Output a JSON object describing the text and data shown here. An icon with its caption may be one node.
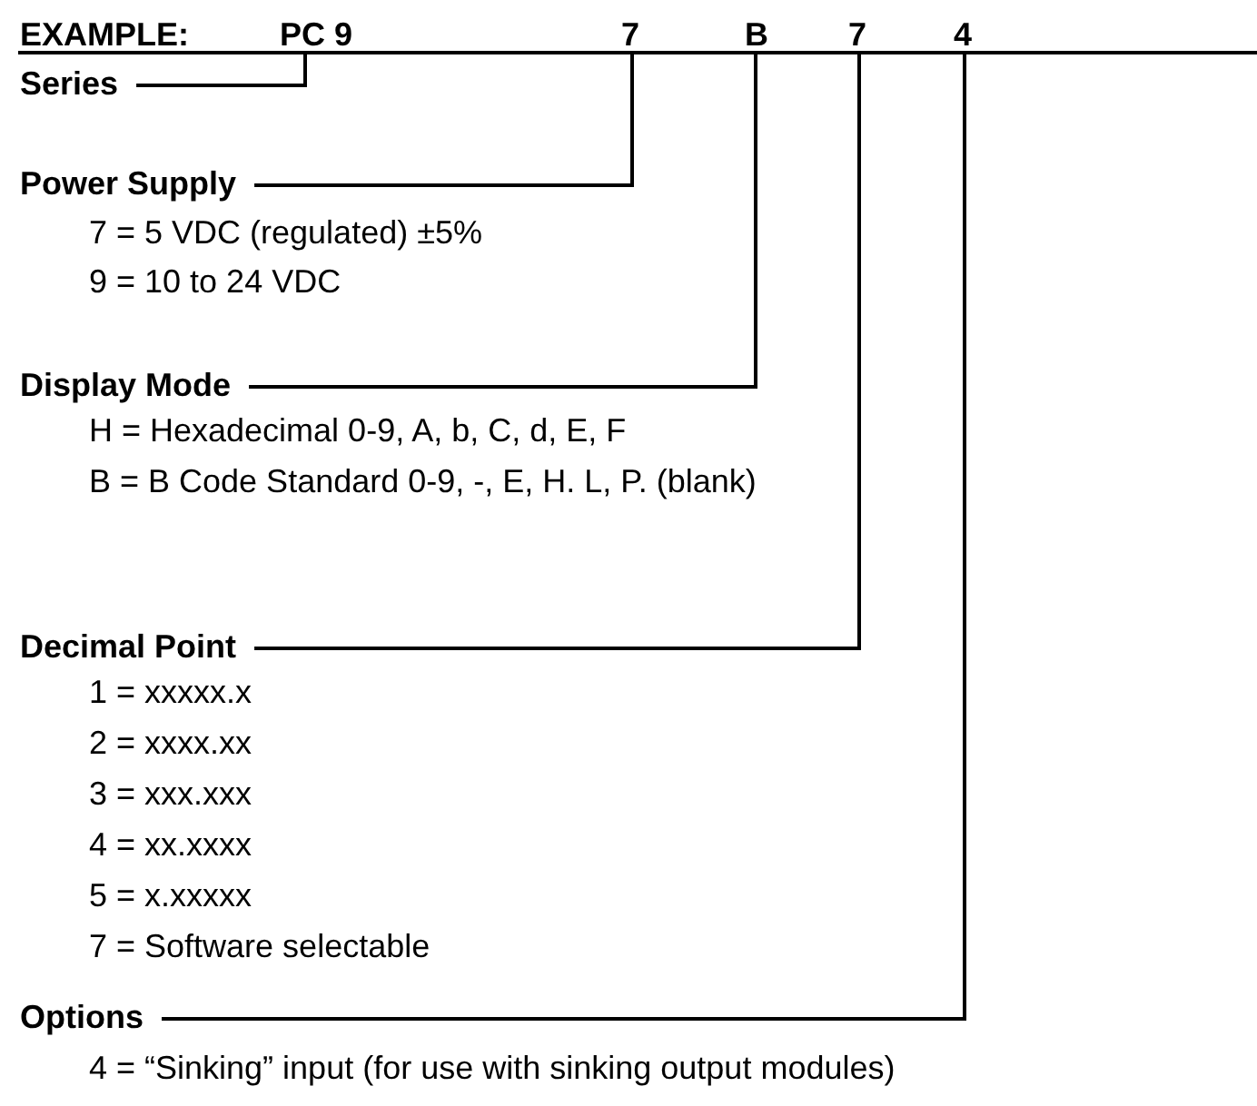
{
  "diagram": {
    "nodes": [
      {
        "text": [
          "PC 9"
        ]
      },
      {
        "text": [
          "7"
        ]
      },
      {
        "text": [
          "B"
        ]
      },
      {
        "text": [
          "7"
        ]
      },
      {
        "text": [
          "4"
        ]
      },
      {
        "text": [
          "Series"
        ]
      },
      {
        "text": [
          "Power Supply"
        ],
        "beside": [
          "7 = 5 VDC (regulated) ±5%",
          "9 = 10 to 24 VDC"
        ]
      },
      {
        "text": [
          "Display Mode"
        ],
        "beside": [
          "H = Hexadecimal  0-9, A, b, C, d, E, F",
          "B = B Code Standard  0-9, -, E, H. L, P. (blank)"
        ]
      },
      {
        "text": [
          "Decimal Point"
        ],
        "beside": [
          "1 = xxxxx.x",
          "2 = xxxx.xx",
          "3 = xxx.xxx",
          "4 = xx.xxxx",
          "5 = x.xxxxx",
          "7 = Software selectable"
        ]
      },
      {
        "text": [
          "Options"
        ],
        "beside": [
          "4 = “Sinking” input (for use with sinking output modules)"
        ]
      }
    ],
    "edges": [
      {
        "from": 5,
        "to": 0,
        "arrow": "none"
      },
      {
        "from": 6,
        "to": 1,
        "arrow": "none"
      },
      {
        "from": 7,
        "to": 2,
        "arrow": "none"
      },
      {
        "from": 8,
        "to": 3,
        "arrow": "none"
      },
      {
        "from": 9,
        "to": 4,
        "arrow": "none"
      }
    ],
    "labels": [
      "EXAMPLE:"
    ]
  }
}
